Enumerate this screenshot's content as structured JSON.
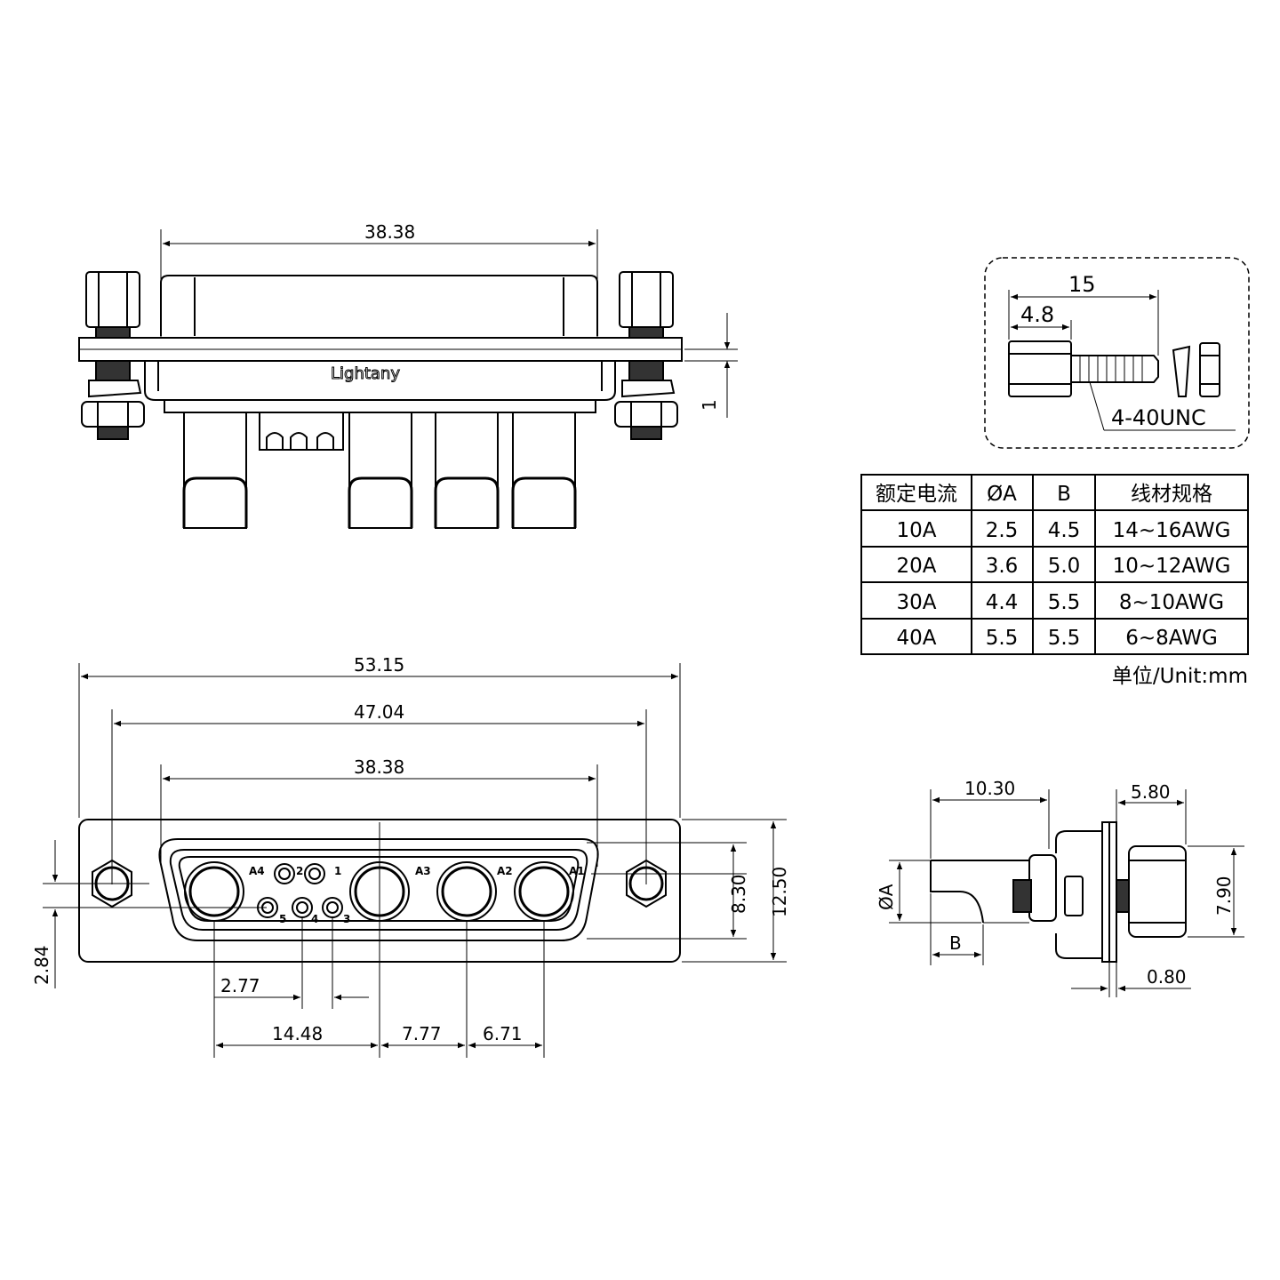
{
  "brand_logo": "Lightany",
  "top_view": {
    "shell_width": "38.38",
    "flange_thickness": "1"
  },
  "front_view": {
    "overall_width": "53.15",
    "mount_hole_spacing": "47.04",
    "shell_width": "38.38",
    "shell_height": "8.30",
    "flange_height": "12.50",
    "row_offset": "2.84",
    "signal_pitch": "2.77",
    "pitch_a4_a3": "14.48",
    "pitch_a3_a2": "7.77",
    "pitch_a2_a1": "6.71",
    "contacts": [
      "A4",
      "2",
      "1",
      "A3",
      "A2",
      "A1",
      "5",
      "4",
      "3"
    ]
  },
  "screw_detail": {
    "total_length": "15",
    "hex_length": "4.8",
    "thread": "4-40UNC"
  },
  "side_view": {
    "tail_length": "10.30",
    "phi_a_label": "ØA",
    "b_label": "B",
    "hex_nut_length": "5.80",
    "height": "7.90",
    "plate_thickness": "0.80"
  },
  "spec_table": {
    "headers": [
      "额定电流",
      "ØA",
      "B",
      "线材规格"
    ],
    "rows": [
      [
        "10A",
        "2.5",
        "4.5",
        "14~16AWG"
      ],
      [
        "20A",
        "3.6",
        "5.0",
        "10~12AWG"
      ],
      [
        "30A",
        "4.4",
        "5.5",
        "8~10AWG"
      ],
      [
        "40A",
        "5.5",
        "5.5",
        "6~8AWG"
      ]
    ],
    "unit_note": "单位/Unit:mm"
  }
}
